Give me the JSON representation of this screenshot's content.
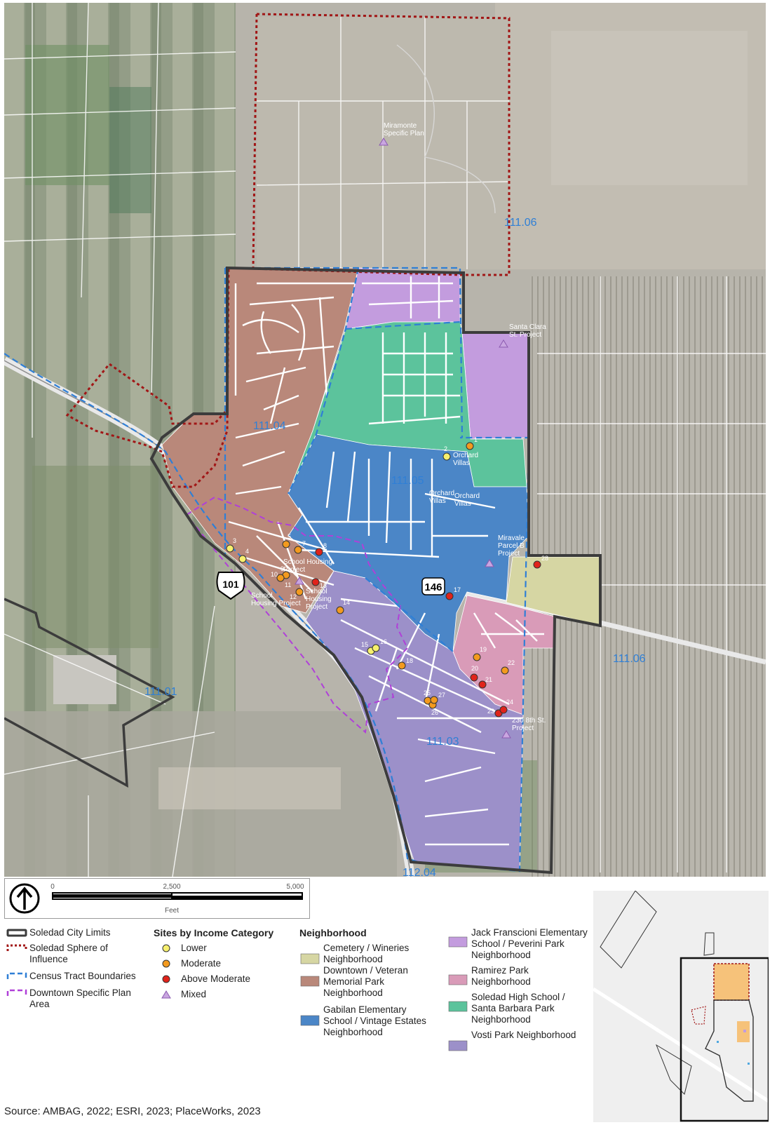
{
  "map": {
    "tracts": [
      "111.06",
      "111.04",
      "111.05",
      "111.06",
      "111.01",
      "111.03",
      "112.04"
    ],
    "highways": [
      "101",
      "146"
    ],
    "project_labels": [
      "Miramonte\nSpecific Plan",
      "Santa Clara\nSt. Project",
      "Orchard\nVillas",
      "Orchard\nVillas",
      "Orchard\nVillas",
      "Miravale\nParcel B\nProject",
      "School Housing\nProject",
      "School\nHousing Project",
      "School\nHousing\nProject",
      "230 8th St.\nProject"
    ],
    "sites": [
      {
        "id": "1",
        "category": "Moderate"
      },
      {
        "id": "2",
        "category": "Lower"
      },
      {
        "id": "3",
        "category": "Lower"
      },
      {
        "id": "4",
        "category": "Lower"
      },
      {
        "id": "5",
        "category": "Moderate"
      },
      {
        "id": "7",
        "category": "Moderate"
      },
      {
        "id": "8",
        "category": "Above Moderate"
      },
      {
        "id": "9",
        "category": "Moderate"
      },
      {
        "id": "10",
        "category": "Moderate"
      },
      {
        "id": "11",
        "category": "Mixed"
      },
      {
        "id": "12",
        "category": "Moderate"
      },
      {
        "id": "13",
        "category": "Above Moderate"
      },
      {
        "id": "14",
        "category": "Moderate"
      },
      {
        "id": "15",
        "category": "Lower"
      },
      {
        "id": "16",
        "category": "Lower"
      },
      {
        "id": "17",
        "category": "Above Moderate"
      },
      {
        "id": "18",
        "category": "Moderate"
      },
      {
        "id": "19",
        "category": "Moderate"
      },
      {
        "id": "20",
        "category": "Above Moderate"
      },
      {
        "id": "21",
        "category": "Above Moderate"
      },
      {
        "id": "22",
        "category": "Moderate"
      },
      {
        "id": "23",
        "category": "Above Moderate"
      },
      {
        "id": "24",
        "category": "Above Moderate"
      },
      {
        "id": "25",
        "category": "Moderate"
      },
      {
        "id": "26",
        "category": "Moderate"
      },
      {
        "id": "27",
        "category": "Moderate"
      },
      {
        "id": "28",
        "category": "Above Moderate"
      }
    ]
  },
  "scalebar": {
    "ticks": [
      "0",
      "2,500",
      "5,000"
    ],
    "unit": "Feet"
  },
  "legend": {
    "boundaries": [
      {
        "label": "Soledad City Limits",
        "icon": "city-limits-swatch"
      },
      {
        "label": "Soledad Sphere of\nInfluence",
        "icon": "sphere-swatch"
      },
      {
        "label": "Census Tract Boundaries",
        "icon": "census-swatch"
      },
      {
        "label": "Downtown Specific Plan\nArea",
        "icon": "downtown-plan-swatch"
      }
    ],
    "sites_title": "Sites by Income Category",
    "sites": [
      {
        "label": "Lower",
        "color": "#f7f06e"
      },
      {
        "label": "Moderate",
        "color": "#f39a1e"
      },
      {
        "label": "Above Moderate",
        "color": "#e0231b"
      },
      {
        "label": "Mixed",
        "color": "#c9a6e0"
      }
    ],
    "neighborhood_title": "Neighborhood",
    "neighborhoods": [
      {
        "label": "Cemetery / Wineries\nNeighborhood",
        "color": "#d6d6a3"
      },
      {
        "label": "Downtown / Veteran\nMemorial Park\nNeighborhood",
        "color": "#b9887a"
      },
      {
        "label": "Gabilan Elementary\nSchool / Vintage Estates\nNeighborhood",
        "color": "#4b86c7"
      },
      {
        "label": "Jack Franscioni Elementary\nSchool / Peverini Park\nNeighborhood",
        "color": "#c39cde"
      },
      {
        "label": "Ramirez Park\nNeighborhood",
        "color": "#d99bb8"
      },
      {
        "label": "Soledad High School /\nSanta Barbara Park\nNeighborhood",
        "color": "#5cc39c"
      },
      {
        "label": "Vosti Park Neighborhood",
        "color": "#9c90c9"
      }
    ]
  },
  "source": "Source: AMBAG, 2022; ESRI, 2023; PlaceWorks, 2023",
  "colors": {
    "city_limits": "#3c3c3c",
    "sphere": "#a11616",
    "census": "#2f7fd6",
    "downtown_plan": "#b040d8",
    "tract_label": "#2f7fd6",
    "north_arrow": "#000000"
  }
}
